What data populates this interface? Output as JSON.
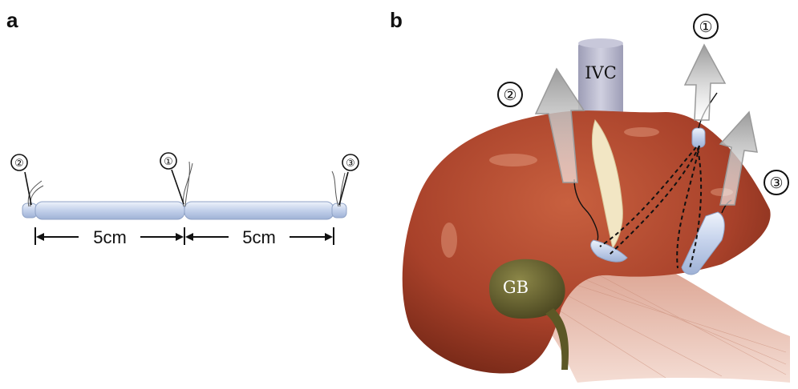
{
  "panels": {
    "a": {
      "label": "a"
    },
    "b": {
      "label": "b"
    }
  },
  "panel_a": {
    "markers": [
      "②",
      "①",
      "③"
    ],
    "segments": [
      {
        "length_label": "5cm"
      },
      {
        "length_label": "5cm"
      }
    ]
  },
  "panel_b": {
    "labels": {
      "ivc": "IVC",
      "gb": "GB"
    },
    "markers": [
      "①",
      "②",
      "③"
    ]
  },
  "colors": {
    "liver": "#a8412a",
    "tube": "#c6d3ec",
    "ivc": "#b8b8cc",
    "gallbladder": "#5e5a2c",
    "ligament": "#f2e6c4",
    "arrow": "#bdbdbd"
  }
}
